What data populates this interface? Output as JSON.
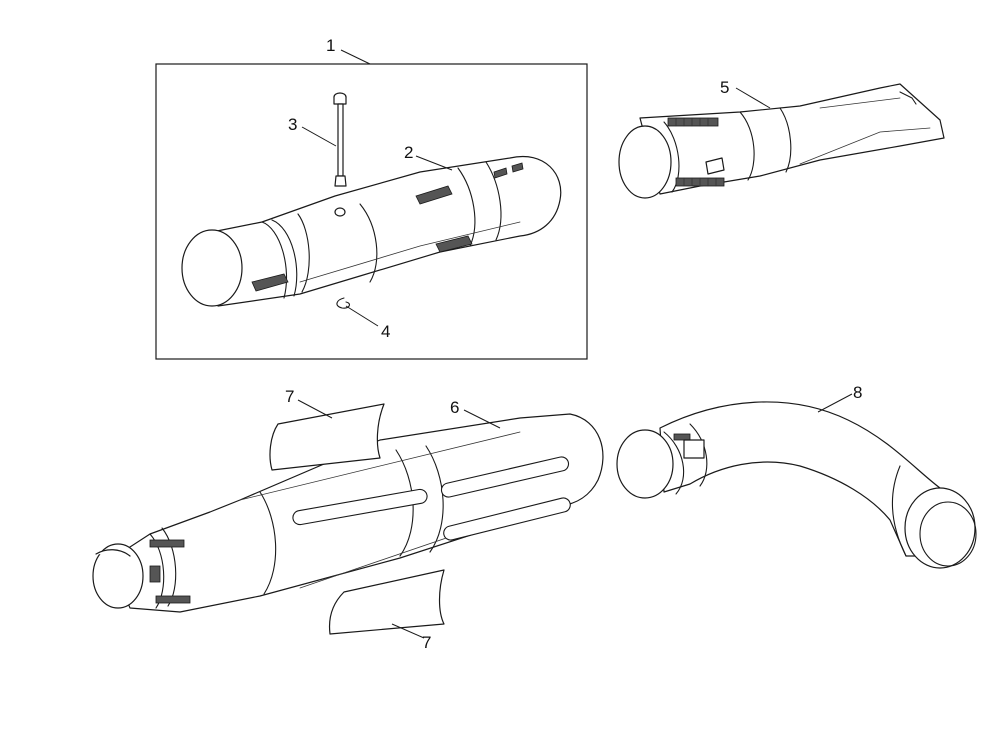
{
  "callouts": {
    "c1": "1",
    "c2": "2",
    "c3": "3",
    "c4": "4",
    "c5": "5",
    "c6": "6",
    "c7a": "7",
    "c7b": "7",
    "c8": "8"
  },
  "colors": {
    "line": "#1a1a1a",
    "fill": "#ffffff",
    "shade": "#555555"
  }
}
